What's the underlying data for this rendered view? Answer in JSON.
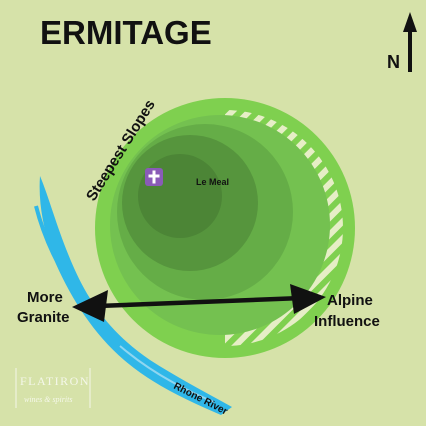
{
  "title": "ERMITAGE",
  "north_label": "N",
  "labels": {
    "steepest_slopes": "Steepest Slopes",
    "le_meal": "Le Meal",
    "more": "More",
    "granite": "Granite",
    "alpine": "Alpine",
    "influence": "Influence",
    "rhone_river": "Rhone River"
  },
  "logo": {
    "name": "FLATIRON",
    "tagline": "wines & spirits"
  },
  "icons": {
    "chapel": "cross-icon",
    "north": "north-arrow-icon",
    "influence": "double-arrow-icon"
  },
  "colors": {
    "background": "#d6e2a9",
    "hill_outer": "#7fd04f",
    "hill_ring1": "#74c150",
    "hill_ring2": "#65ad47",
    "hill_ring3": "#56953d",
    "hill_core": "#4c8536",
    "hatch": "#e6eec6",
    "river": "#2fb7e8",
    "chapel": "#8a5bb7",
    "text": "#111111"
  }
}
